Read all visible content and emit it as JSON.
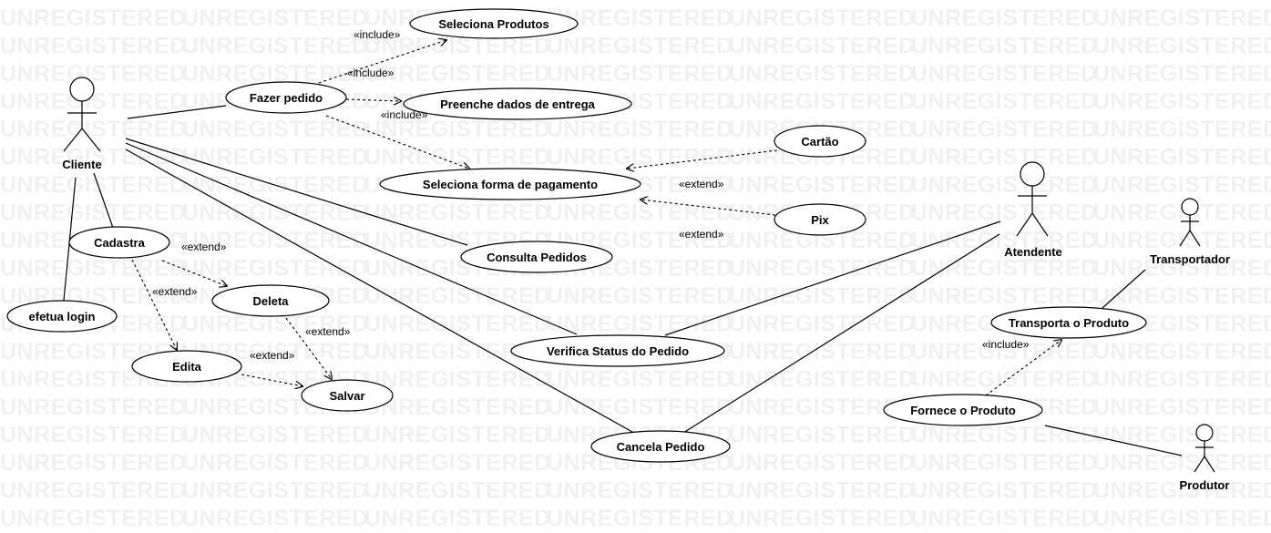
{
  "watermark_text": "UNREGISTERED",
  "colors": {
    "watermark": "#f1f1f1",
    "stroke": "#000000",
    "background": "#ffffff"
  },
  "actors": {
    "cliente": "Cliente",
    "atendente": "Atendente",
    "transportador": "Transportador",
    "produtor": "Produtor"
  },
  "use_cases": {
    "seleciona_produtos": "Seleciona Produtos",
    "fazer_pedido": "Fazer pedido",
    "preenche_dados": "Preenche dados de entrega",
    "cartao": "Cartão",
    "seleciona_pagamento": "Seleciona forma de pagamento",
    "pix": "Pix",
    "cadastra": "Cadastra",
    "consulta_pedidos": "Consulta Pedidos",
    "deleta": "Deleta",
    "efetua_login": "efetua login",
    "verifica_status": "Verifica Status do Pedido",
    "edita": "Edita",
    "salvar": "Salvar",
    "transporta_produto": "Transporta o Produto",
    "fornece_produto": "Fornece o Produto",
    "cancela_pedido": "Cancela Pedido"
  },
  "stereotypes": {
    "include_1": "«include»",
    "include_2": "«include»",
    "include_3": "«include»",
    "include_4": "«include»",
    "extend_1": "«extend»",
    "extend_2": "«extend»",
    "extend_3": "«extend»",
    "extend_4": "«extend»",
    "extend_5": "«extend»",
    "extend_6": "«extend»"
  }
}
